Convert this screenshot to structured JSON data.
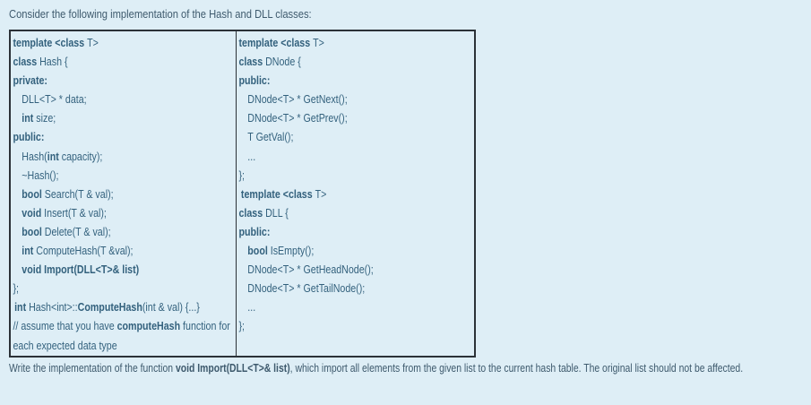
{
  "page": {
    "background_color": "#deeef6",
    "code_text_color": "#33617d",
    "body_text_color": "#3e5a6d",
    "table_border_color": "#2b3137"
  },
  "title": "Consider the following implementation of the Hash and DLL classes:",
  "code_table": {
    "left": {
      "lines": [
        {
          "segments": [
            {
              "t": "template <class ",
              "b": 1
            },
            {
              "t": "T>"
            }
          ]
        },
        {
          "segments": [
            {
              "t": "class ",
              "b": 1
            },
            {
              "t": "Hash {"
            }
          ]
        },
        {
          "segments": [
            {
              "t": "private:",
              "b": 1
            }
          ]
        },
        {
          "ind": 1,
          "segments": [
            {
              "t": "DLL<T> * data;"
            }
          ]
        },
        {
          "ind": 1,
          "segments": [
            {
              "t": "int ",
              "b": 1
            },
            {
              "t": "size;"
            }
          ]
        },
        {
          "segments": [
            {
              "t": "public:",
              "b": 1
            }
          ]
        },
        {
          "ind": 1,
          "segments": [
            {
              "t": "Hash("
            },
            {
              "t": "int",
              "b": 1
            },
            {
              "t": " capacity);"
            }
          ]
        },
        {
          "ind": 1,
          "segments": [
            {
              "t": "~Hash();"
            }
          ]
        },
        {
          "ind": 1,
          "segments": [
            {
              "t": "bool ",
              "b": 1
            },
            {
              "t": "Search(T & val);"
            }
          ]
        },
        {
          "ind": 1,
          "segments": [
            {
              "t": "void ",
              "b": 1
            },
            {
              "t": "Insert(T & val);"
            }
          ]
        },
        {
          "ind": 1,
          "segments": [
            {
              "t": "bool ",
              "b": 1
            },
            {
              "t": "Delete(T & val);"
            }
          ]
        },
        {
          "ind": 1,
          "segments": [
            {
              "t": "int ",
              "b": 1
            },
            {
              "t": "ComputeHash(T &val);"
            }
          ]
        },
        {
          "ind": 1,
          "segments": [
            {
              "t": "void Import(DLL<T>& list)",
              "b": 1
            }
          ]
        },
        {
          "segments": [
            {
              "t": "};"
            }
          ]
        },
        {
          "pad": 2,
          "segments": [
            {
              "t": "int ",
              "b": 1
            },
            {
              "t": "Hash<int>::"
            },
            {
              "t": "ComputeHash",
              "b": 1
            },
            {
              "t": "(int & val) {...}"
            }
          ]
        },
        {
          "segments": [
            {
              "t": "// assume that you have "
            },
            {
              "t": "computeHash",
              "b": 1
            },
            {
              "t": " function for"
            }
          ]
        },
        {
          "segments": [
            {
              "t": "each expected data type"
            }
          ]
        }
      ]
    },
    "right": {
      "lines": [
        {
          "segments": [
            {
              "t": "template <class ",
              "b": 1
            },
            {
              "t": "T>"
            }
          ]
        },
        {
          "segments": [
            {
              "t": "class ",
              "b": 1
            },
            {
              "t": "DNode {"
            }
          ]
        },
        {
          "segments": [
            {
              "t": "public:",
              "b": 1
            }
          ]
        },
        {
          "ind": 1,
          "segments": [
            {
              "t": "DNode<T> * GetNext();"
            }
          ]
        },
        {
          "ind": 1,
          "segments": [
            {
              "t": "DNode<T> * GetPrev();"
            }
          ]
        },
        {
          "ind": 1,
          "segments": [
            {
              "t": "T GetVal();"
            }
          ]
        },
        {
          "ind": 1,
          "segments": [
            {
              "t": "..."
            }
          ]
        },
        {
          "segments": [
            {
              "t": "};"
            }
          ]
        },
        {
          "pad": 3,
          "segments": [
            {
              "t": "template <class ",
              "b": 1
            },
            {
              "t": "T>"
            }
          ]
        },
        {
          "segments": [
            {
              "t": "class ",
              "b": 1
            },
            {
              "t": "DLL {"
            }
          ]
        },
        {
          "segments": [
            {
              "t": "public:",
              "b": 1
            }
          ]
        },
        {
          "ind": 1,
          "segments": [
            {
              "t": "bool ",
              "b": 1
            },
            {
              "t": "IsEmpty();"
            }
          ]
        },
        {
          "ind": 1,
          "segments": [
            {
              "t": "DNode<T> * GetHeadNode();"
            }
          ]
        },
        {
          "ind": 1,
          "segments": [
            {
              "t": "DNode<T> * GetTailNode();"
            }
          ]
        },
        {
          "ind": 1,
          "segments": [
            {
              "t": "..."
            }
          ]
        },
        {
          "segments": [
            {
              "t": "};"
            }
          ]
        }
      ]
    }
  },
  "instruction": {
    "segments": [
      {
        "t": "Write the implementation of the function "
      },
      {
        "t": "void Import(DLL<T>& list)",
        "b": 1
      },
      {
        "t": ", which import all elements from the given list to the current hash table. The original list should not be affected."
      }
    ]
  }
}
